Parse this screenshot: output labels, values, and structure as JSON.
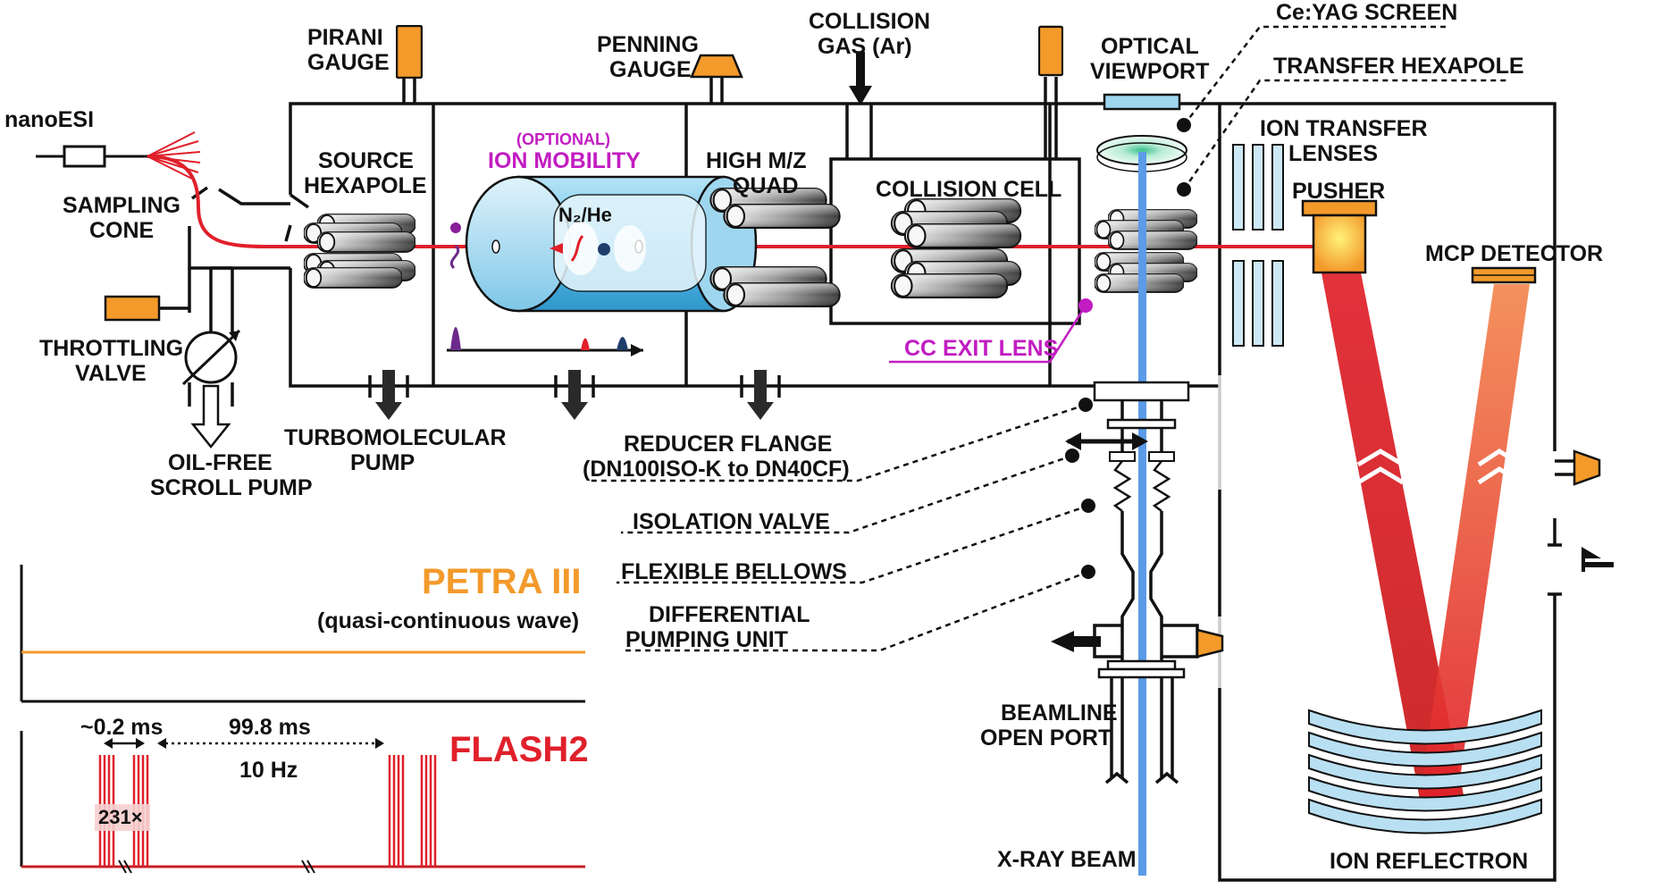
{
  "labels": {
    "nanoesi": "nanoESI",
    "sampling_cone": [
      "SAMPLING",
      "CONE"
    ],
    "throttling_valve": [
      "THROTTLING",
      "VALVE"
    ],
    "scroll_pump": [
      "OIL-FREE",
      "SCROLL PUMP"
    ],
    "pirani_gauge": [
      "PIRANI",
      "GAUGE"
    ],
    "penning_gauge": [
      "PENNING",
      "GAUGE"
    ],
    "collision_gas": [
      "COLLISION",
      "GAS (Ar)"
    ],
    "optical_viewport": [
      "OPTICAL",
      "VIEWPORT"
    ],
    "ceyag_screen": "Ce:YAG SCREEN",
    "transfer_hexapole": "TRANSFER HEXAPOLE",
    "ion_transfer_lenses": [
      "ION TRANSFER",
      "LENSES"
    ],
    "pusher": "PUSHER",
    "mcp_detector": "MCP DETECTOR",
    "source_hexapole": [
      "SOURCE",
      "HEXAPOLE"
    ],
    "ion_mobility_optional": "(OPTIONAL)",
    "ion_mobility": "ION MOBILITY",
    "drift_gas": "N₂/He",
    "high_mz_quad": [
      "HIGH M/Z",
      "QUAD"
    ],
    "collision_cell": "COLLISION CELL",
    "cc_exit_lens": "CC EXIT LENS",
    "turbo_pump": [
      "TURBOMOLECULAR",
      "PUMP"
    ],
    "reducer_flange": [
      "REDUCER FLANGE",
      "(DN100ISO-K to DN40CF)"
    ],
    "isolation_valve": "ISOLATION VALVE",
    "flexible_bellows": "FLEXIBLE BELLOWS",
    "differential_pumping": [
      "DIFFERENTIAL",
      "PUMPING UNIT"
    ],
    "beamline_open_port": [
      "BEAMLINE",
      "OPEN PORT"
    ],
    "xray_beam": "X-RAY BEAM",
    "ion_reflectron": "ION REFLECTRON"
  },
  "timing": {
    "petra": "PETRA III",
    "petra_sub": "(quasi-continuous wave)",
    "flash": "FLASH2",
    "burst": "~0.2 ms",
    "gap": "99.8 ms",
    "rate": "10 Hz",
    "count": "231×"
  },
  "colors": {
    "ion_beam": "#e0202a",
    "xray": "#5b9be8",
    "gauge": "#f39a2b",
    "mobility": "#c21cc2",
    "petra": "#f39a2b",
    "flash": "#e0202a"
  }
}
